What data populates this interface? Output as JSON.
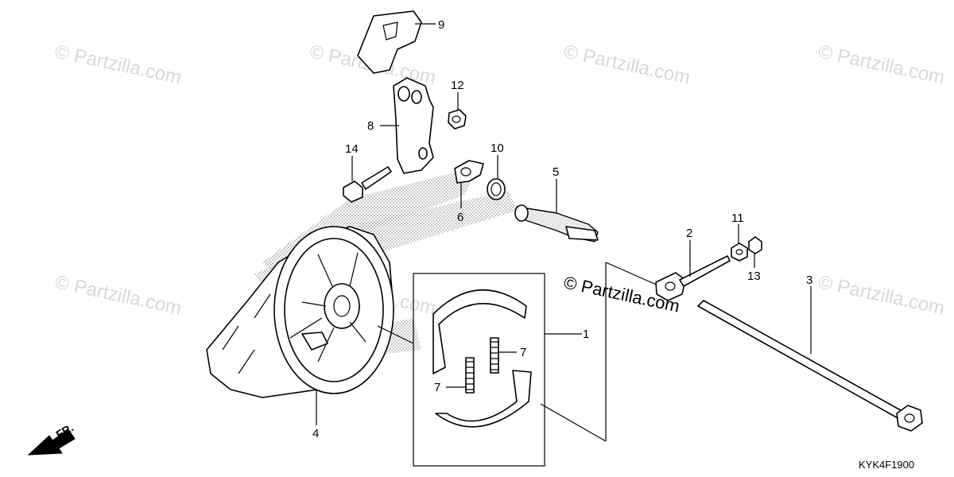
{
  "watermark": {
    "text": "© Partzilla.com",
    "center_text": "© Partzilla.com"
  },
  "diagram_code": "KYK4F1900",
  "direction_label": "FR.",
  "callouts": [
    {
      "id": "c1",
      "number": "1"
    },
    {
      "id": "c2",
      "number": "2"
    },
    {
      "id": "c3",
      "number": "3"
    },
    {
      "id": "c4",
      "number": "4"
    },
    {
      "id": "c5",
      "number": "5"
    },
    {
      "id": "c6",
      "number": "6"
    },
    {
      "id": "c7a",
      "number": "7"
    },
    {
      "id": "c7b",
      "number": "7"
    },
    {
      "id": "c8",
      "number": "8"
    },
    {
      "id": "c9",
      "number": "9"
    },
    {
      "id": "c10",
      "number": "10"
    },
    {
      "id": "c11",
      "number": "11"
    },
    {
      "id": "c12",
      "number": "12"
    },
    {
      "id": "c13",
      "number": "13"
    },
    {
      "id": "c14",
      "number": "14"
    }
  ]
}
